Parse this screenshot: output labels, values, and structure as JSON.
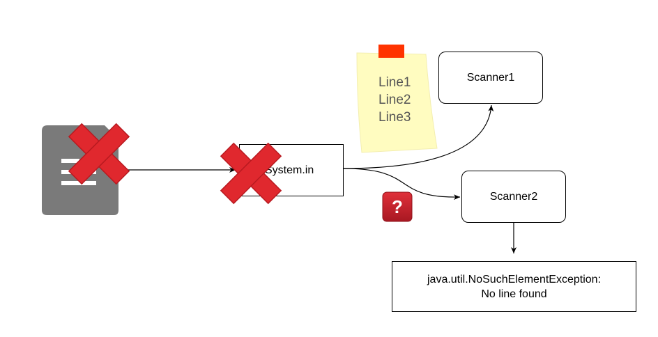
{
  "nodes": {
    "system_in": "System.in",
    "scanner1": "Scanner1",
    "scanner2": "Scanner2",
    "exception": {
      "line1": "java.util.NoSuchElementException:",
      "line2": "No line found"
    }
  },
  "sticky_note": {
    "lines": [
      "Line1",
      "Line2",
      "Line3"
    ],
    "color": "#fffcc0",
    "tape_color": "#ff3300"
  },
  "icons": {
    "document": "document-icon",
    "cross": "red-x-icon",
    "question": "question-mark-icon",
    "question_symbol": "?"
  },
  "colors": {
    "document": "#7a7a7a",
    "cross": "#e0282e",
    "question": "#c0202a",
    "stroke": "#000000"
  }
}
